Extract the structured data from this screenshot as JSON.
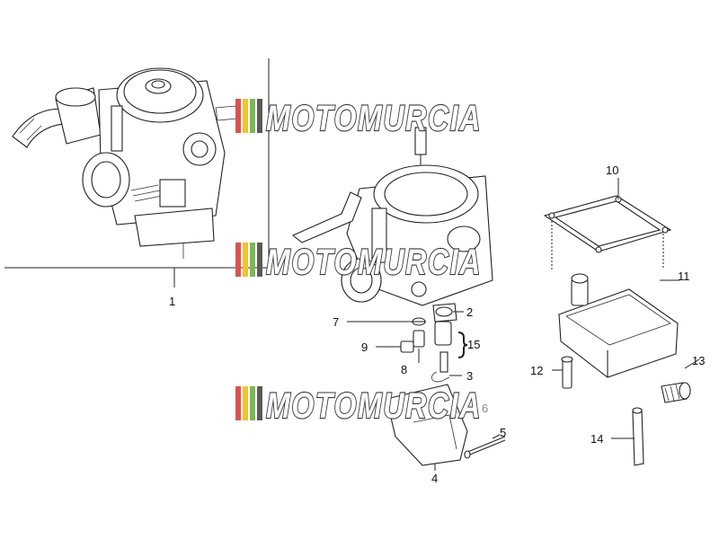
{
  "watermark": {
    "text": "MOTOMURCIA",
    "stripe_colors": [
      "#d9534f",
      "#f0c330",
      "#7cb65b",
      "#5a5a5a"
    ]
  },
  "labels": {
    "p1": "1",
    "p2": "2",
    "p3": "3",
    "p4": "4",
    "p5": "5",
    "p6": "6",
    "p7": "7",
    "p8": "8",
    "p9": "9",
    "p10": "10",
    "p11": "11",
    "p12": "12",
    "p13": "13",
    "p14": "14",
    "p15": "15"
  }
}
